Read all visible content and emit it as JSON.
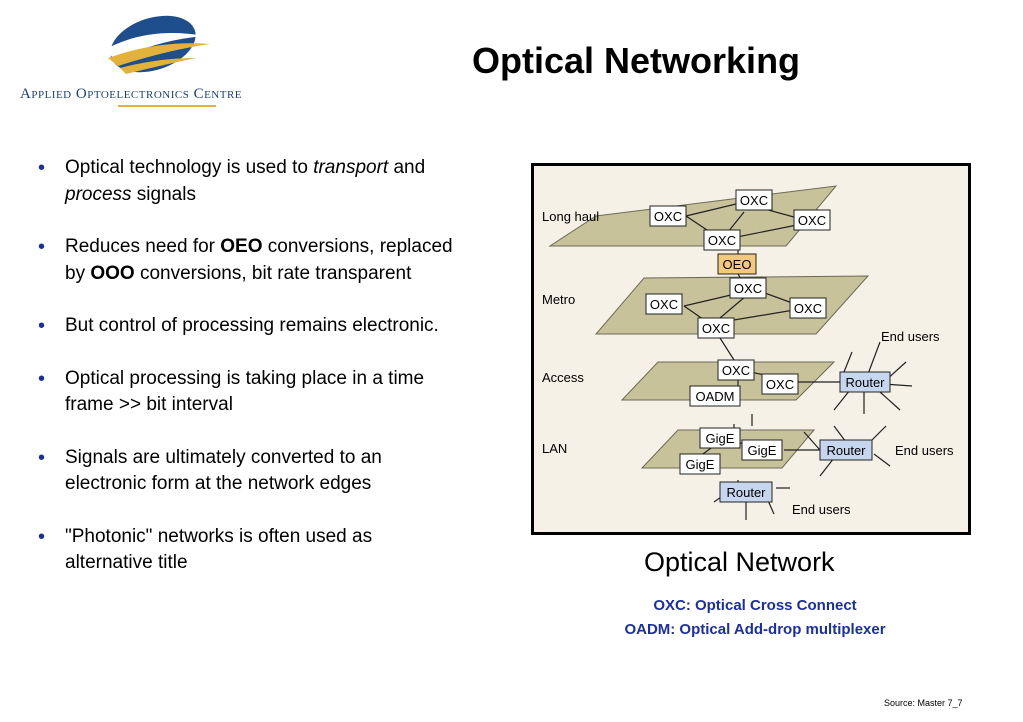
{
  "header": {
    "logo_text": "Applied Optoelectronics Centre",
    "title": "Optical Networking"
  },
  "bullets": [
    {
      "parts": [
        {
          "t": "Optical technology is used to "
        },
        {
          "t": "transport",
          "s": "i"
        },
        {
          "t": " and "
        },
        {
          "t": "process",
          "s": "i"
        },
        {
          "t": " signals"
        }
      ]
    },
    {
      "parts": [
        {
          "t": "Reduces need for "
        },
        {
          "t": "OEO",
          "s": "b"
        },
        {
          "t": " conversions, replaced by "
        },
        {
          "t": "OOO",
          "s": "b"
        },
        {
          "t": " conversions, bit rate transparent"
        }
      ]
    },
    {
      "parts": [
        {
          "t": "But control of processing remains electronic."
        }
      ]
    },
    {
      "parts": [
        {
          "t": "Optical processing is taking place in a time frame >> bit interval"
        }
      ]
    },
    {
      "parts": [
        {
          "t": "Signals are ultimately converted to an electronic form at the network edges"
        }
      ]
    },
    {
      "parts": [
        {
          "t": "\"Photonic\" networks is often used as alternative title"
        }
      ]
    }
  ],
  "bullet_symbol": "•",
  "figure": {
    "layers": {
      "long_haul": "Long haul",
      "metro": "Metro",
      "access": "Access",
      "lan": "LAN"
    },
    "nodes": {
      "lh_oxc_top": "OXC",
      "lh_oxc_left": "OXC",
      "lh_oxc_right": "OXC",
      "lh_oxc_bottom": "OXC",
      "oeo": "OEO",
      "m_oxc_top": "OXC",
      "m_oxc_left": "OXC",
      "m_oxc_right": "OXC",
      "m_oxc_bottom": "OXC",
      "a_oxc_top": "OXC",
      "a_oxc_right": "OXC",
      "a_oadm": "OADM",
      "a_router": "Router",
      "l_gige_top": "GigE",
      "l_gige_right": "GigE",
      "l_gige_left": "GigE",
      "l_router_right": "Router",
      "l_router_bottom": "Router"
    },
    "end_users_1": "End users",
    "end_users_2": "End users",
    "end_users_3": "End users"
  },
  "caption": "Optical Network",
  "legend": {
    "line1": "OXC: Optical Cross Connect",
    "line2": "OADM: Optical Add-drop multiplexer"
  },
  "source": "Source: Master  7_7",
  "colors": {
    "plane": "#c7c29a",
    "node": "#ffffff",
    "oeo": "#f5c97a",
    "router": "#c6d6ee",
    "accent_blue": "#1a2fa0",
    "frame_bg": "#f6f1e7"
  }
}
